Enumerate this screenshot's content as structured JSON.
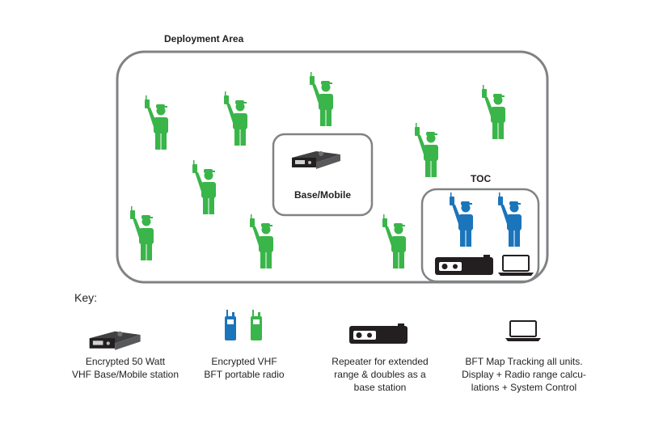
{
  "diagram": {
    "deployment_area_label": "Deployment Area",
    "base_mobile_label": "Base/Mobile",
    "toc_label": "TOC",
    "key_label": "Key:",
    "colors": {
      "field_unit": "#3ab54a",
      "toc_unit": "#1b75bb",
      "box_stroke": "#808285",
      "device_dark": "#231f20"
    }
  },
  "key_items": [
    {
      "icon": "base-mobile-radio-icon",
      "caption_lines": [
        "Encrypted 50 Watt",
        "VHF Base/Mobile station"
      ]
    },
    {
      "icon": "portable-radio-icon",
      "caption_lines": [
        "Encrypted VHF",
        "BFT portable radio"
      ]
    },
    {
      "icon": "repeater-icon",
      "caption_lines": [
        "Repeater for extended",
        "range & doubles as a",
        "base station"
      ]
    },
    {
      "icon": "laptop-icon",
      "caption_lines": [
        "BFT Map Tracking all units.",
        "Display + Radio range calcu-",
        "lations + System Control"
      ]
    }
  ]
}
